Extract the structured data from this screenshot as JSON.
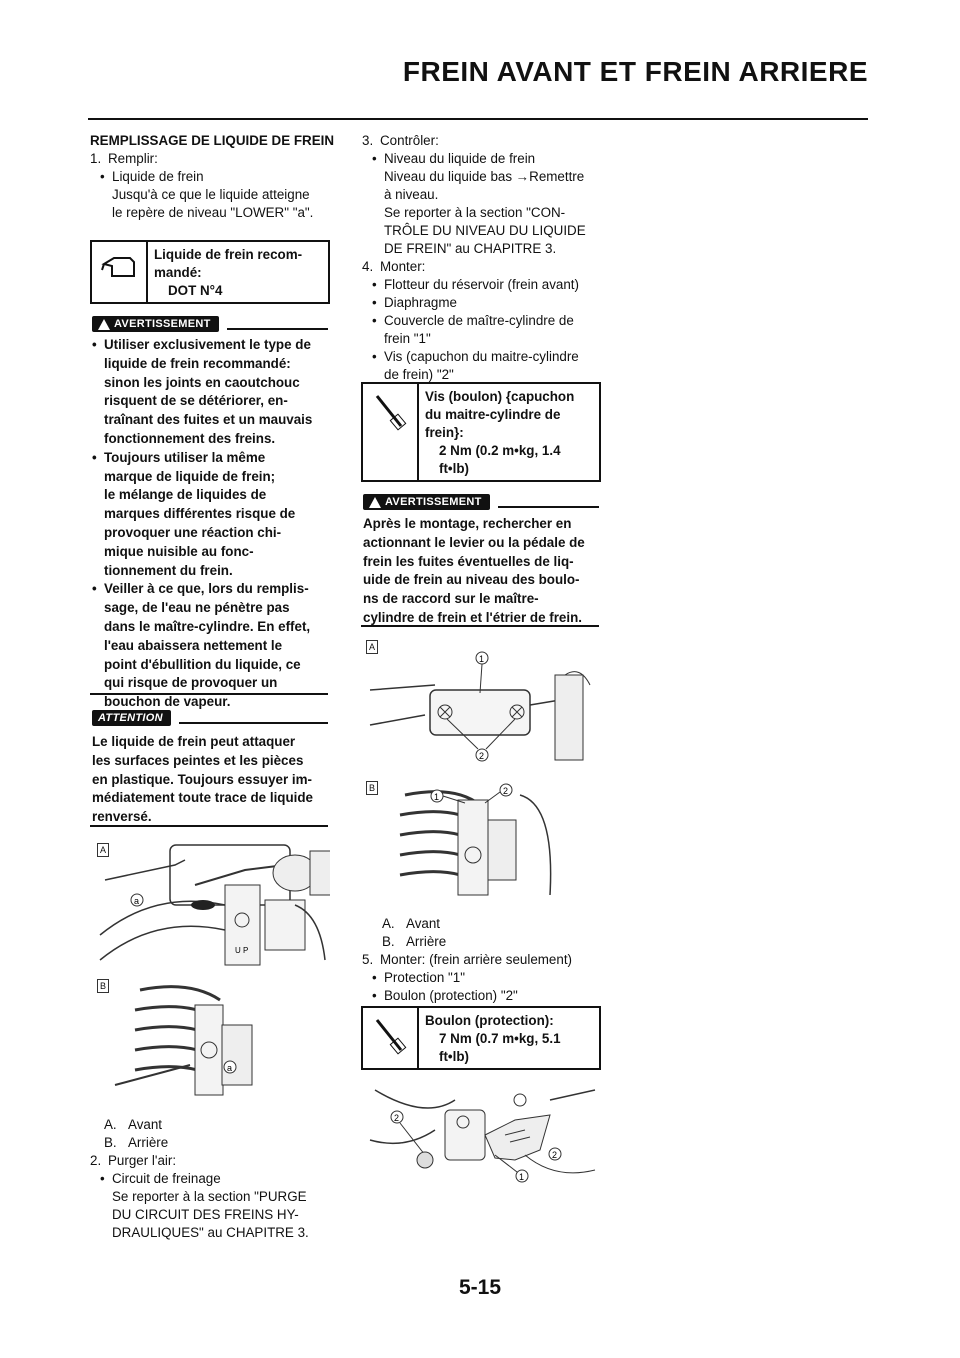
{
  "header": {
    "title": "FREIN AVANT ET FREIN ARRIERE"
  },
  "left": {
    "heading": "REMPLISSAGE DE LIQUIDE DE FREIN",
    "step1": "Remplir:",
    "step1_item": "Liquide de frein",
    "step1_note1": "Jusqu'à ce que le liquide atteigne",
    "step1_note2": "le repère de niveau \"LOWER\" \"a\".",
    "spec1": {
      "l1": "Liquide de frein recom-",
      "l2": "mandé:",
      "l3": "DOT N°4"
    },
    "warning_label": "AVERTISSEMENT",
    "warning_items": [
      [
        "Utiliser exclusivement le type de",
        "liquide de frein recommandé:",
        "sinon les joints en caoutchouc",
        "risquent de se détériorer, en-",
        "traînant des fuites et un mauvais",
        "fonctionnement des freins."
      ],
      [
        "Toujours utiliser la même",
        "marque de liquide de frein;",
        "le mélange de liquides de",
        "marques différentes risque de",
        "provoquer une réaction chi-",
        "mique nuisible au fonc-",
        "tionnement du frein."
      ],
      [
        "Veiller à ce que, lors du remplis-",
        "sage, de l'eau ne pénètre pas",
        "dans le maître-cylindre. En effet,",
        "l'eau abaissera nettement le",
        "point d'ébullition du liquide, ce",
        "qui risque de provoquer un",
        "bouchon de vapeur."
      ]
    ],
    "caution_label": "ATTENTION",
    "caution_lines": [
      "Le liquide de frein peut attaquer",
      "les surfaces peintes et les pièces",
      "en plastique. Toujours essuyer im-",
      "médiatement toute trace de liquide",
      "renversé."
    ],
    "fig_labels": [
      "A",
      "B"
    ],
    "callout_a": "a",
    "legend": [
      "Avant",
      "Arrière"
    ],
    "legend_keys": [
      "A.",
      "B."
    ],
    "step2": "Purger l'air:",
    "step2_item": "Circuit de freinage",
    "step2_notes": [
      "Se reporter à la section \"PURGE",
      "DU CIRCUIT DES FREINS HY-",
      "DRAULIQUES\" au CHAPITRE 3."
    ]
  },
  "right": {
    "step3": "Contrôler:",
    "step3_item": "Niveau du liquide de frein",
    "step3_notes": [
      "Niveau du liquide bas →Remettre",
      "à niveau.",
      "Se reporter à la section \"CON-",
      "TRÔLE DU NIVEAU DU LIQUIDE",
      "DE FREIN\" au CHAPITRE 3."
    ],
    "step4": "Monter:",
    "step4_items": [
      [
        "Flotteur du réservoir (frein avant)"
      ],
      [
        "Diaphragme"
      ],
      [
        "Couvercle de maître-cylindre de",
        "frein \"1\""
      ],
      [
        "Vis (capuchon du maitre-cylindre",
        "de frein) \"2\""
      ]
    ],
    "spec2": [
      "Vis (boulon) {capuchon",
      "du maitre-cylindre de",
      "frein}:",
      "2 Nm (0.2 m•kg, 1.4",
      "ft•lb)"
    ],
    "warning_label": "AVERTISSEMENT",
    "warning_lines": [
      "Après le montage, rechercher en",
      "actionnant le levier ou la pédale de",
      "frein les fuites éventuelles de liq-",
      "uide de frein au niveau des boulo-",
      "ns de raccord sur le maître-",
      "cylindre de frein et l'étrier de frein."
    ],
    "fig_labels": [
      "A",
      "B"
    ],
    "legend": [
      "Avant",
      "Arrière"
    ],
    "legend_keys": [
      "A.",
      "B."
    ],
    "step5": "Monter: (frein arrière seulement)",
    "step5_items": [
      "Protection \"1\"",
      "Boulon (protection) \"2\""
    ],
    "spec3": [
      "Boulon (protection):",
      "7 Nm (0.7 m•kg, 5.1",
      "ft•lb)"
    ]
  },
  "page_number": "5-15"
}
